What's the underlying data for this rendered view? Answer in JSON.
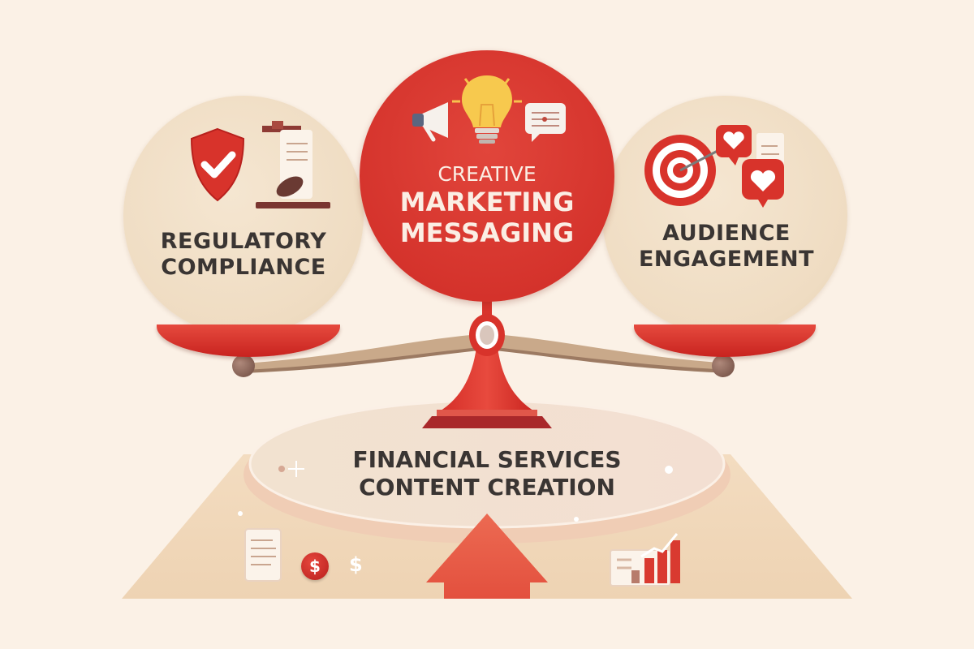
{
  "diagram": {
    "type": "balance-scale",
    "colors": {
      "background": "#fbf1e6",
      "accent_red": "#d8332b",
      "beige": "#efdcc2",
      "text_dark": "#3a3533",
      "beam": "#c8aa8c"
    },
    "center": {
      "line1": "CREATIVE",
      "line2": "MARKETING",
      "line3": "MESSAGING",
      "icons": [
        "megaphone-icon",
        "lightbulb-icon",
        "chat-bubble-icon"
      ]
    },
    "left": {
      "line1": "REGULATORY",
      "line2": "COMPLIANCE",
      "icons": [
        "shield-check-icon",
        "gavel-icon",
        "document-icon"
      ]
    },
    "right": {
      "line1": "AUDIENCE",
      "line2": "ENGAGEMENT",
      "icons": [
        "target-icon",
        "heart-bubble-icon",
        "document-icon"
      ]
    },
    "base": {
      "line1": "FINANCIAL SERVICES",
      "line2": "CONTENT CREATION",
      "icons": [
        "document-icon",
        "dollar-coin-icon",
        "up-arrow-icon",
        "bar-chart-icon"
      ],
      "dollar_symbol": "$"
    }
  }
}
